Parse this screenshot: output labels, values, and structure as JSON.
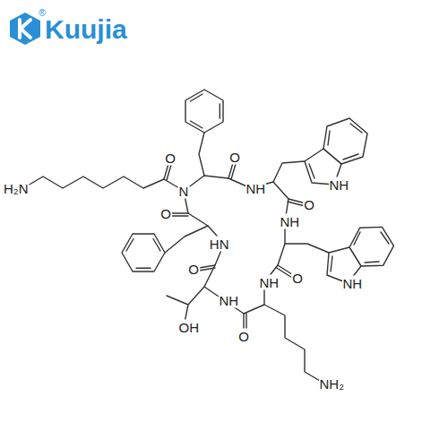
{
  "diagram": {
    "labels": [
      "Kuujia",
      "®",
      "O",
      "O",
      "N",
      "NH",
      "NH",
      "O",
      "O",
      "H₂N",
      "NH",
      "HN",
      "O",
      "O",
      "NH",
      "NH",
      "NH",
      "O",
      "OH",
      "NH₂"
    ]
  }
}
